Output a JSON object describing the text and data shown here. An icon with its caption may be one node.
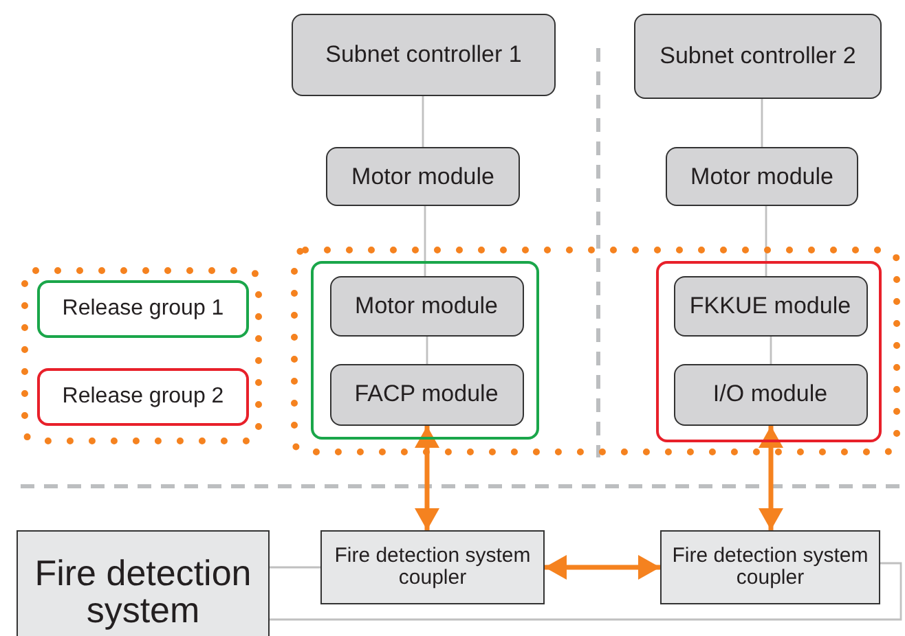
{
  "diagram": {
    "nodes": [
      {
        "text": [
          "Subnet controller 1"
        ]
      },
      {
        "text": [
          "Subnet controller 2"
        ]
      },
      {
        "text": [
          "Motor module"
        ]
      },
      {
        "text": [
          "Motor module"
        ]
      },
      {
        "text": [],
        "shape": "box"
      },
      {
        "text": [
          "Release group 1"
        ],
        "in": 4
      },
      {
        "text": [
          "Release group 2"
        ],
        "in": 4
      },
      {
        "text": [],
        "shape": "box"
      },
      {
        "text": [],
        "shape": "box",
        "in": 7
      },
      {
        "text": [
          "Motor module"
        ],
        "in": 8
      },
      {
        "text": [
          "FACP module"
        ],
        "in": 8
      },
      {
        "text": [],
        "shape": "box",
        "in": 7
      },
      {
        "text": [
          "FKKUE module"
        ],
        "in": 11
      },
      {
        "text": [
          "I/O module"
        ],
        "in": 11
      },
      {
        "text": [
          "Fire detection system"
        ]
      },
      {
        "text": [
          "Fire detection system coupler"
        ]
      },
      {
        "text": [
          "Fire detection system coupler"
        ]
      }
    ],
    "edges": [
      {
        "from": 0,
        "to": 2,
        "arrow": "none"
      },
      {
        "from": 2,
        "to": 9,
        "arrow": "none"
      },
      {
        "from": 9,
        "to": 10,
        "arrow": "none"
      },
      {
        "from": 1,
        "to": 3,
        "arrow": "none"
      },
      {
        "from": 3,
        "to": 12,
        "arrow": "none"
      },
      {
        "from": 12,
        "to": 13,
        "arrow": "none"
      },
      {
        "from": 10,
        "to": 15,
        "arrow": "both",
        "style": "thick",
        "color": "#f5821f"
      },
      {
        "from": 13,
        "to": 16,
        "arrow": "both",
        "style": "thick",
        "color": "#f5821f"
      },
      {
        "from": 15,
        "to": 16,
        "arrow": "both",
        "style": "thick",
        "color": "#f5821f"
      },
      {
        "from": 14,
        "to": 15,
        "arrow": "none"
      },
      {
        "from": 14,
        "to": 16,
        "arrow": "none"
      }
    ]
  }
}
